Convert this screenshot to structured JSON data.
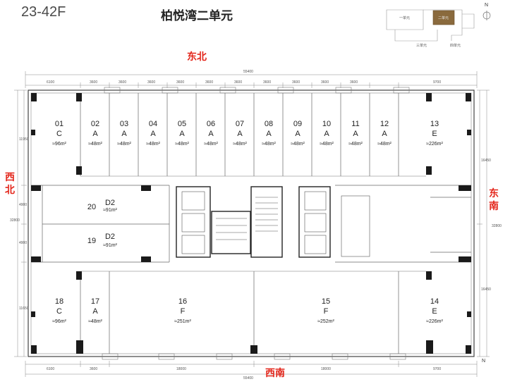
{
  "header": {
    "floor_range": "23-42F",
    "title": "柏悦湾二单元"
  },
  "directions": {
    "top": "东北",
    "bottom": "西南",
    "left": "西北",
    "right": "东南"
  },
  "key_plan": {
    "unit1": "一单元",
    "unit2": "二单元",
    "unit3": "三单元",
    "unit4": "四单元",
    "north": "N"
  },
  "bottom_north": "N",
  "dimensions": {
    "top_total": "55400",
    "bottom_total": "55400",
    "top_row": [
      "6100",
      "3600",
      "3600",
      "3600",
      "3600",
      "3600",
      "3600",
      "3600",
      "3600",
      "3600",
      "3600",
      "9700"
    ],
    "bottom_row": [
      "6100",
      "3600",
      "18000",
      "18000",
      "9700"
    ],
    "left_col": [
      "11950",
      "4900",
      "4900",
      "11650"
    ],
    "left_total": "32800",
    "right_col": [
      "16450",
      "16450"
    ],
    "right_total": "32800"
  },
  "units": [
    {
      "no": "01",
      "type": "C",
      "area": "≈96m²"
    },
    {
      "no": "02",
      "type": "A",
      "area": "≈48m²"
    },
    {
      "no": "03",
      "type": "A",
      "area": "≈48m²"
    },
    {
      "no": "04",
      "type": "A",
      "area": "≈48m²"
    },
    {
      "no": "05",
      "type": "A",
      "area": "≈48m²"
    },
    {
      "no": "06",
      "type": "A",
      "area": "≈48m²"
    },
    {
      "no": "07",
      "type": "A",
      "area": "≈48m²"
    },
    {
      "no": "08",
      "type": "A",
      "area": "≈48m²"
    },
    {
      "no": "09",
      "type": "A",
      "area": "≈48m²"
    },
    {
      "no": "10",
      "type": "A",
      "area": "≈48m²"
    },
    {
      "no": "11",
      "type": "A",
      "area": "≈48m²"
    },
    {
      "no": "12",
      "type": "A",
      "area": "≈48m²"
    },
    {
      "no": "13",
      "type": "E",
      "area": "≈226m²"
    },
    {
      "no": "20",
      "type": "D2",
      "area": "≈91m²"
    },
    {
      "no": "19",
      "type": "D2",
      "area": "≈91m²"
    },
    {
      "no": "18",
      "type": "C",
      "area": "≈96m²"
    },
    {
      "no": "17",
      "type": "A",
      "area": "≈48m²"
    },
    {
      "no": "16",
      "type": "F",
      "area": "≈251m²"
    },
    {
      "no": "15",
      "type": "F",
      "area": "≈252m²"
    },
    {
      "no": "14",
      "type": "E",
      "area": "≈226m²"
    }
  ]
}
